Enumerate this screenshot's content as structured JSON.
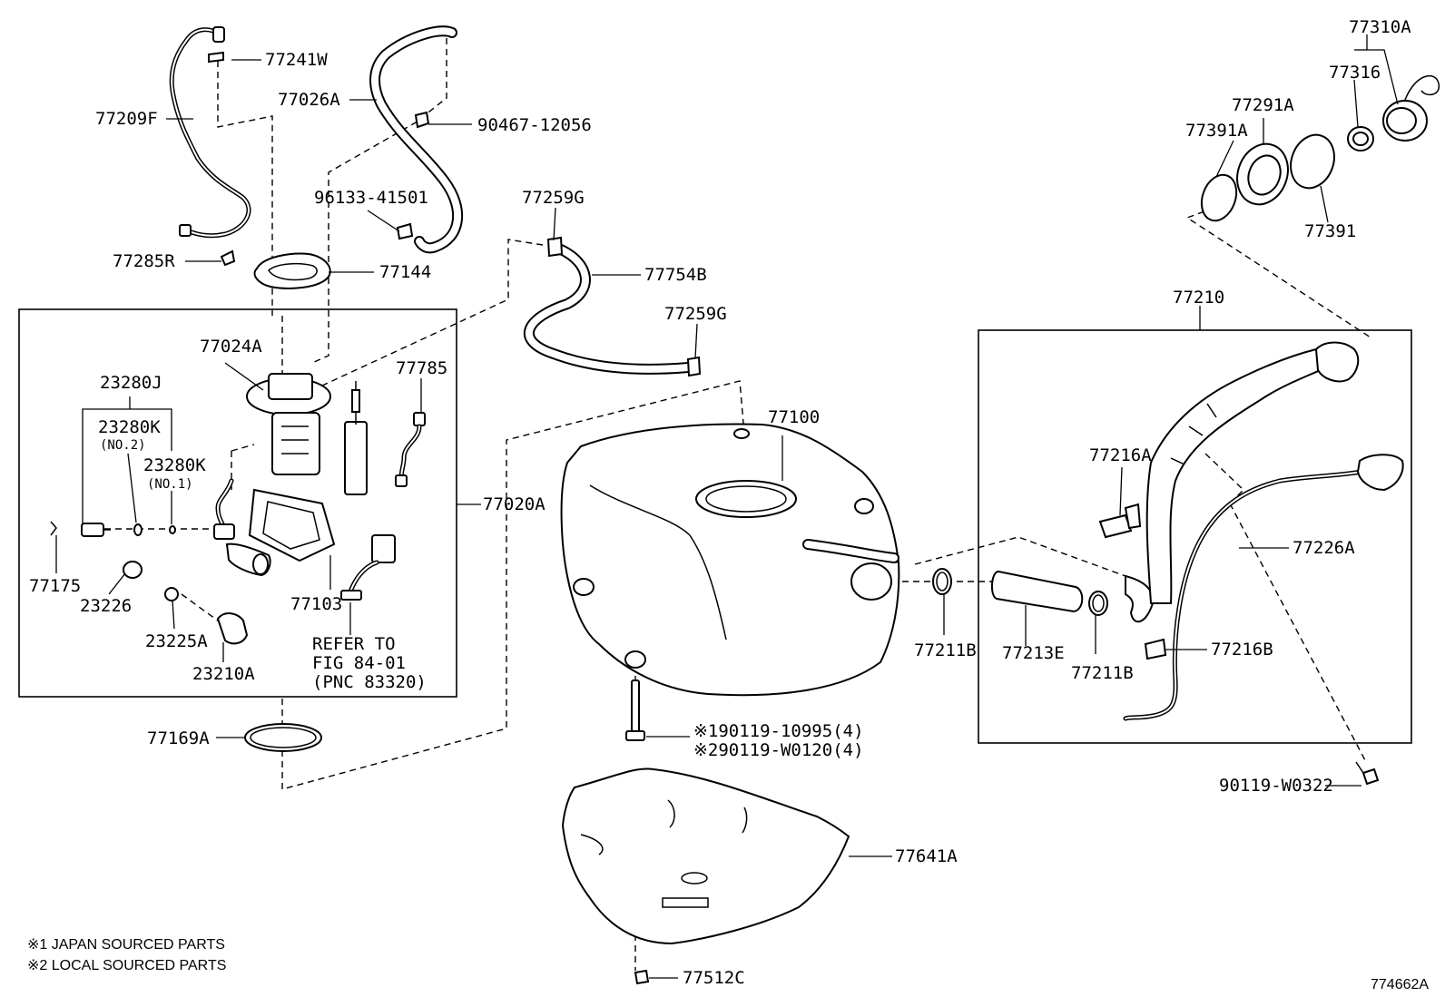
{
  "labels": {
    "p77310A": "77310A",
    "p77316": "77316",
    "p77291A": "77291A",
    "p77391A": "77391A",
    "p77391": "77391",
    "p77241W": "77241W",
    "p77209F": "77209F",
    "p77026A": "77026A",
    "p90467": "90467-12056",
    "p96133": "96133-41501",
    "p77285R": "77285R",
    "p77144": "77144",
    "p77259G_a": "77259G",
    "p77754B": "77754B",
    "p77259G_b": "77259G",
    "p77024A": "77024A",
    "p23280J": "23280J",
    "p77785": "77785",
    "p23280K_a": "23280K",
    "p23280K_b": "23280K",
    "p77020A": "77020A",
    "p77175": "77175",
    "p23226": "23226",
    "p77103": "77103",
    "p23225A": "23225A",
    "p23210A": "23210A",
    "p77100": "77100",
    "p77210": "77210",
    "p77216A": "77216A",
    "p77226A": "77226A",
    "p77211B_a": "77211B",
    "p77213E": "77213E",
    "p77211B_b": "77211B",
    "p77216B": "77216B",
    "p77169A": "77169A",
    "p90119_w0322": "90119-W0322",
    "p77641A": "77641A",
    "p77512C": "77512C"
  },
  "sublabels": {
    "no2": "(NO.2)",
    "no1": "(NO.1)"
  },
  "refer": {
    "line1": "REFER TO",
    "line2": "FIG 84-01",
    "line3": "(PNC 83320)"
  },
  "bolts": {
    "jp": "※190119-10995(4)",
    "local": "※290119-W0120(4)"
  },
  "notes": {
    "n1": "※1 JAPAN SOURCED PARTS",
    "n2": "※2 LOCAL SOURCED PARTS"
  },
  "figure_id": "774662A"
}
